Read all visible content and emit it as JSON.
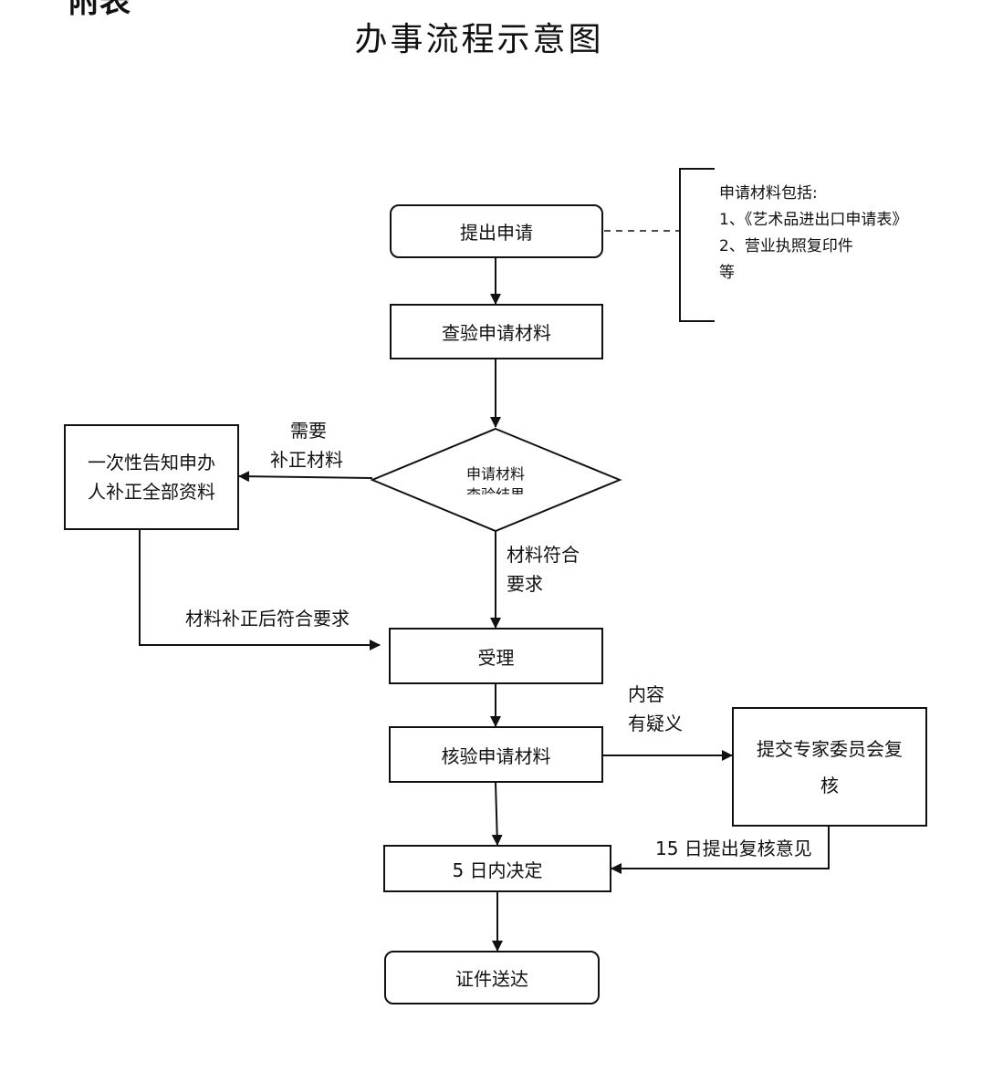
{
  "header": {
    "partial_label": "附表",
    "title": "办事流程示意图"
  },
  "nodes": {
    "submit": "提出申请",
    "check": "查验申请材料",
    "decision_line1": "申请材料",
    "decision_line2": "查验结果",
    "notify_line1": "一次性告知申办",
    "notify_line2": "人补正全部资料",
    "accept": "受理",
    "verify": "核验申请材料",
    "expert_line1": "提交专家委员会复",
    "expert_line2": "核",
    "decide": "5 日内决定",
    "deliver": "证件送达"
  },
  "edge_labels": {
    "need_line1": "需要",
    "need_line2": "补正材料",
    "ok_line1": "材料符合",
    "ok_line2": "要求",
    "corrected": "材料补正后符合要求",
    "doubt_line1": "内容",
    "doubt_line2": "有疑义",
    "review": "15 日提出复核意见"
  },
  "note": {
    "heading": "申请材料包括:",
    "items": [
      "1、《艺术品进出口申请表》",
      "2、营业执照复印件",
      "等"
    ]
  }
}
